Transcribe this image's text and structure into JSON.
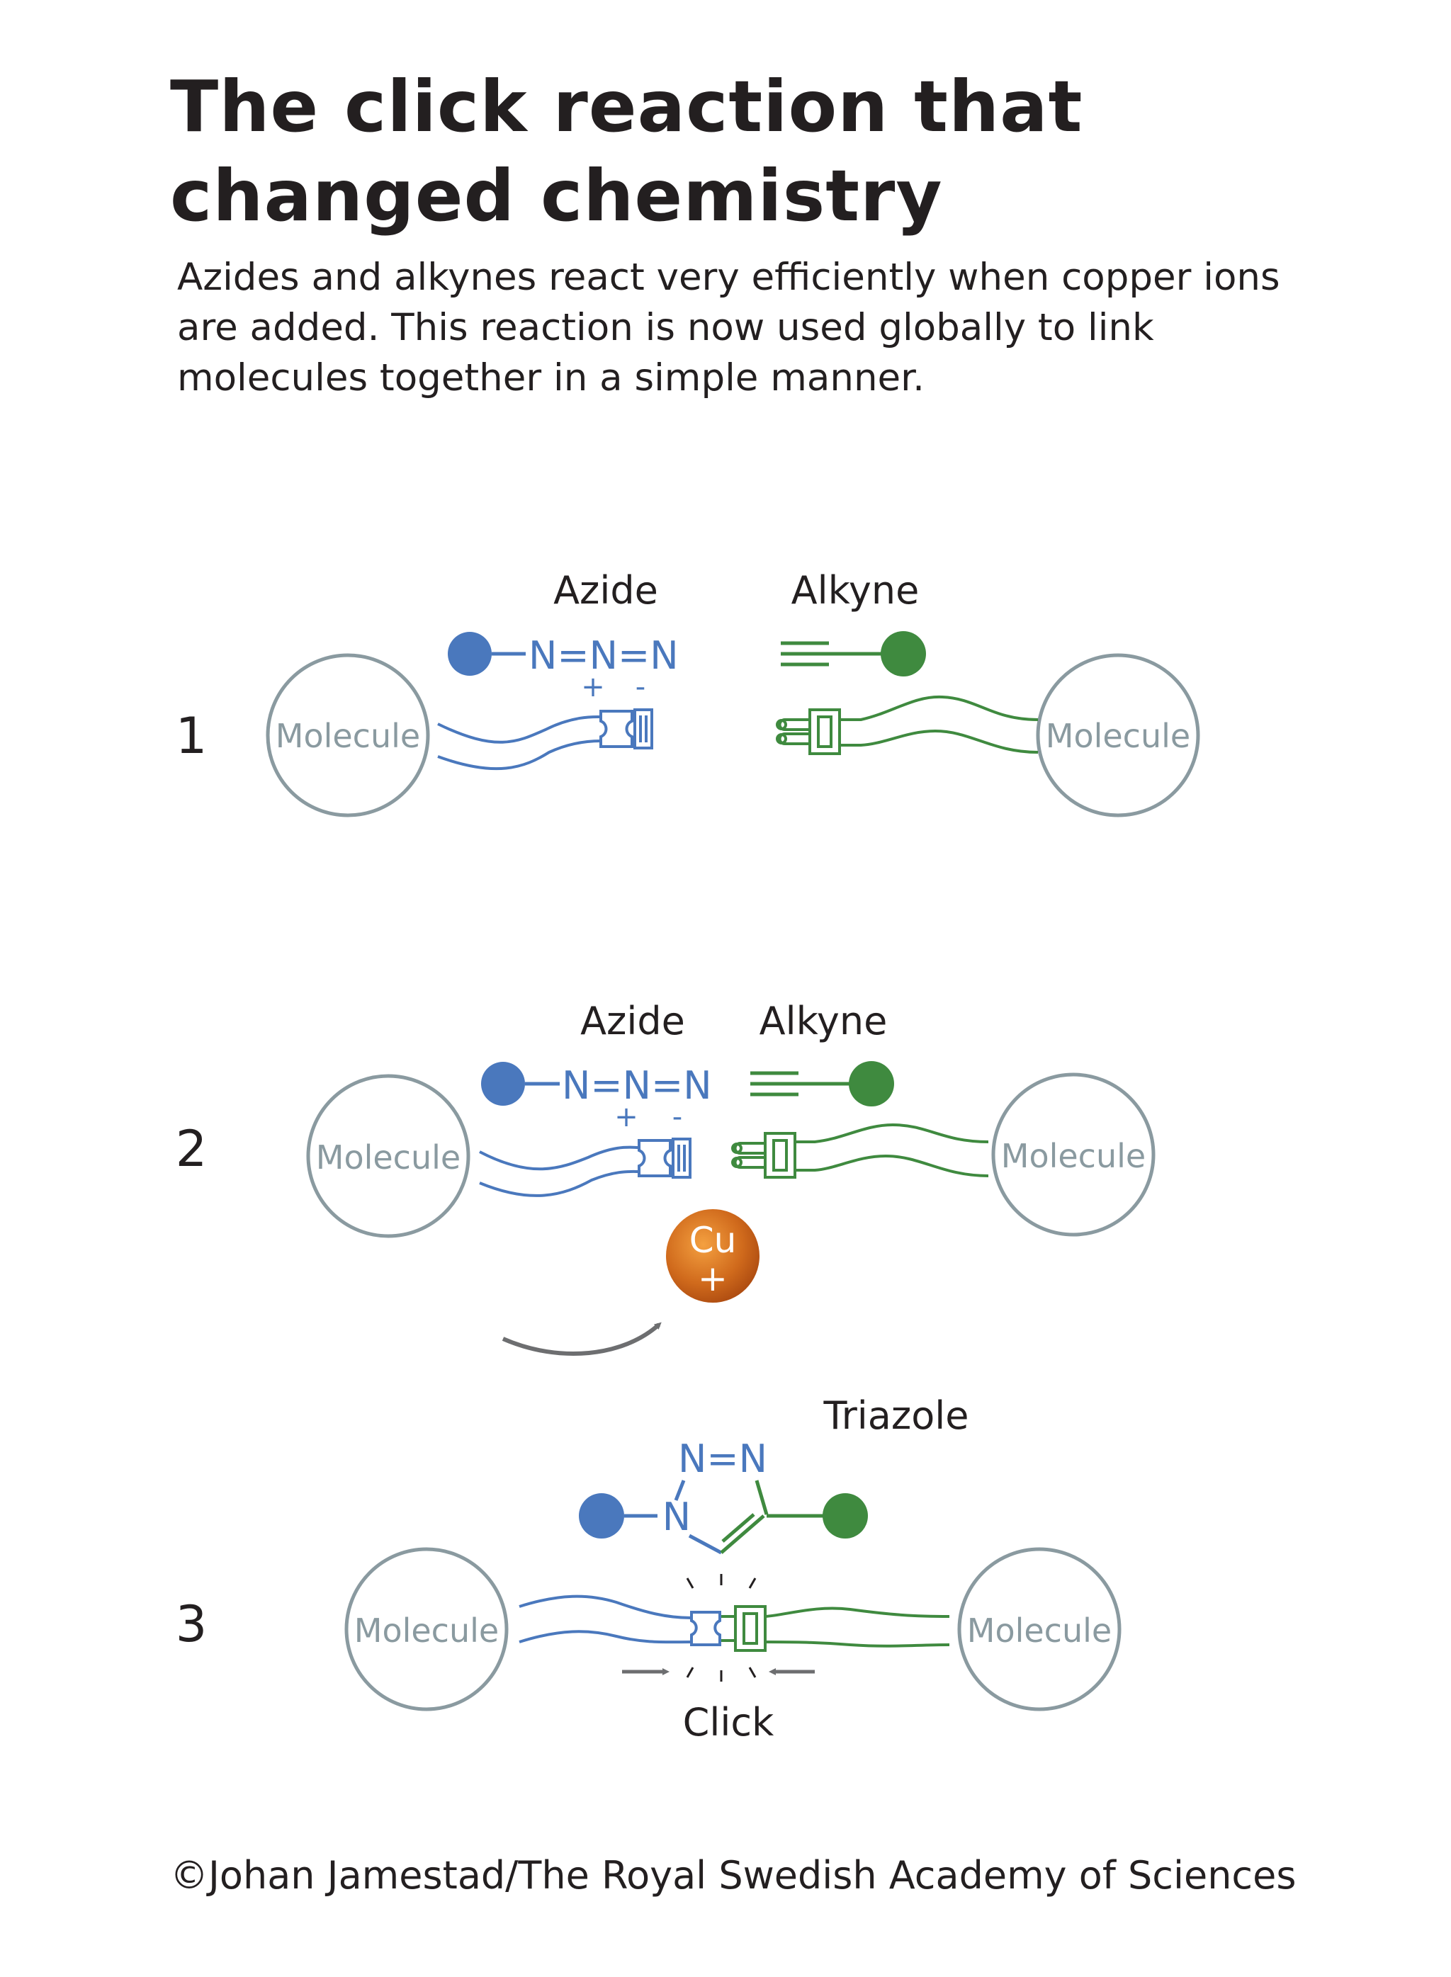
{
  "title": {
    "line1": "The click reaction that",
    "line2": "changed chemistry"
  },
  "subtitle": {
    "line1": "Azides and alkynes react very efficiently when copper ions",
    "line2": "are added. This reaction is now used globally to link",
    "line3": "molecules together in a simple manner."
  },
  "steps": [
    {
      "number": "1",
      "azide_label": "Azide",
      "alkyne_label": "Alkyne",
      "azide_formula": "N=N=N",
      "charge_plus": "+",
      "charge_minus": "-",
      "molecule_left": "Molecule",
      "molecule_right": "Molecule"
    },
    {
      "number": "2",
      "azide_label": "Azide",
      "alkyne_label": "Alkyne",
      "azide_formula": "N=N=N",
      "charge_plus": "+",
      "charge_minus": "-",
      "molecule_left": "Molecule",
      "molecule_right": "Molecule",
      "copper_symbol": "Cu",
      "copper_charge": "+"
    },
    {
      "number": "3",
      "product_label": "Triazole",
      "ring_top": "N=N",
      "ring_n": "N",
      "click_label": "Click",
      "molecule_left": "Molecule",
      "molecule_right": "Molecule"
    }
  ],
  "credit": "©Johan Jamestad/The Royal Swedish Academy of Sciences",
  "colors": {
    "azide_blue": "#4a78bd",
    "alkyne_green": "#3f8a3f",
    "molecule_gray": "#8a9aa0",
    "copper_orange": "#c8621a",
    "text_dark": "#231f20",
    "arrow_gray": "#6d6e70"
  }
}
